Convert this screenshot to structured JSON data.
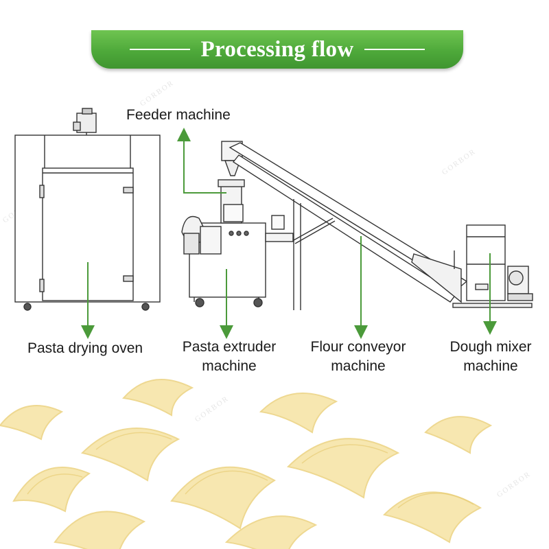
{
  "banner": {
    "title": "Processing flow"
  },
  "labels": {
    "feeder": "Feeder machine",
    "oven": "Pasta drying oven",
    "extruder_line1": "Pasta extruder",
    "extruder_line2": "machine",
    "conveyor_line1": "Flour conveyor",
    "conveyor_line2": "machine",
    "mixer_line1": "Dough mixer",
    "mixer_line2": "machine"
  },
  "watermark": "GORBOR",
  "colors": {
    "banner_green": "#4ea93a",
    "arrow_green": "#4b9a3a",
    "line_art": "#333333",
    "pasta": "#f3dc8f"
  }
}
